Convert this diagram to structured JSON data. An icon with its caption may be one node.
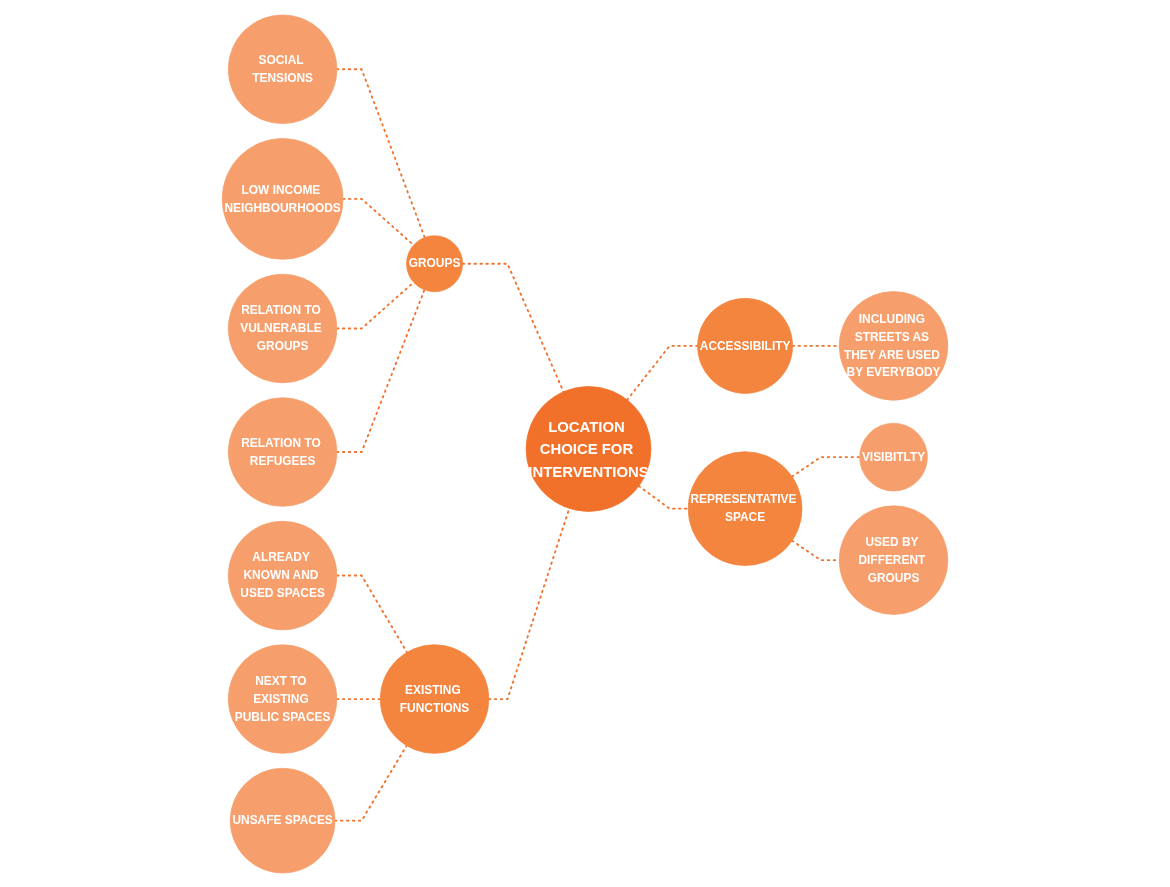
{
  "diagram": {
    "nodes": [
      {
        "text": [
          "SOCIAL TENSIONS"
        ]
      },
      {
        "text": [
          "LOW INCOME NEIGHBOURHOODS"
        ]
      },
      {
        "text": [
          "INCLUDING STREETS AS THEY ARE USED BY EVERYBODY"
        ]
      },
      {
        "text": [
          "RELATION TO VULNERABLE GROUPS"
        ]
      },
      {
        "text": [
          "ACCESSIBILITY"
        ]
      },
      {
        "text": [
          "GROUPS"
        ]
      },
      {
        "text": [
          "RELATION TO REFUGEES"
        ]
      },
      {
        "text": [
          "LOCATION CHOICE FOR INTERVENTIONS"
        ]
      },
      {
        "text": [
          "ALREADY KNOWN AND USED SPACES"
        ]
      },
      {
        "text": [
          "VISIBITLTY"
        ]
      },
      {
        "text": [
          "EXISTING FUNCTIONS"
        ]
      },
      {
        "text": [
          "REPRESENTATIVE SPACE"
        ]
      },
      {
        "text": [
          "NEXT TO EXISTING PUBLIC SPACES"
        ]
      },
      {
        "text": [
          "USED BY DIFFERENT GROUPS"
        ]
      },
      {
        "text": [
          "UNSAFE SPACES"
        ]
      }
    ],
    "edges": [
      {
        "from": 7,
        "to": 5,
        "arrow": "none",
        "style": "dashed"
      },
      {
        "from": 7,
        "to": 4,
        "arrow": "none",
        "style": "dashed"
      },
      {
        "from": 7,
        "to": 10,
        "arrow": "none",
        "style": "dashed"
      },
      {
        "from": 7,
        "to": 11,
        "arrow": "none",
        "style": "dashed"
      },
      {
        "from": 5,
        "to": 0,
        "arrow": "none",
        "style": "dashed"
      },
      {
        "from": 5,
        "to": 1,
        "arrow": "none",
        "style": "dashed"
      },
      {
        "from": 5,
        "to": 3,
        "arrow": "none",
        "style": "dashed"
      },
      {
        "from": 5,
        "to": 6,
        "arrow": "none",
        "style": "dashed"
      },
      {
        "from": 4,
        "to": 2,
        "arrow": "none",
        "style": "dashed"
      },
      {
        "from": 10,
        "to": 8,
        "arrow": "none",
        "style": "dashed"
      },
      {
        "from": 10,
        "to": 12,
        "arrow": "none",
        "style": "dashed"
      },
      {
        "from": 10,
        "to": 14,
        "arrow": "none",
        "style": "dashed"
      },
      {
        "from": 11,
        "to": 9,
        "arrow": "none",
        "style": "dashed"
      },
      {
        "from": 11,
        "to": 13,
        "arrow": "none",
        "style": "dashed"
      }
    ]
  }
}
